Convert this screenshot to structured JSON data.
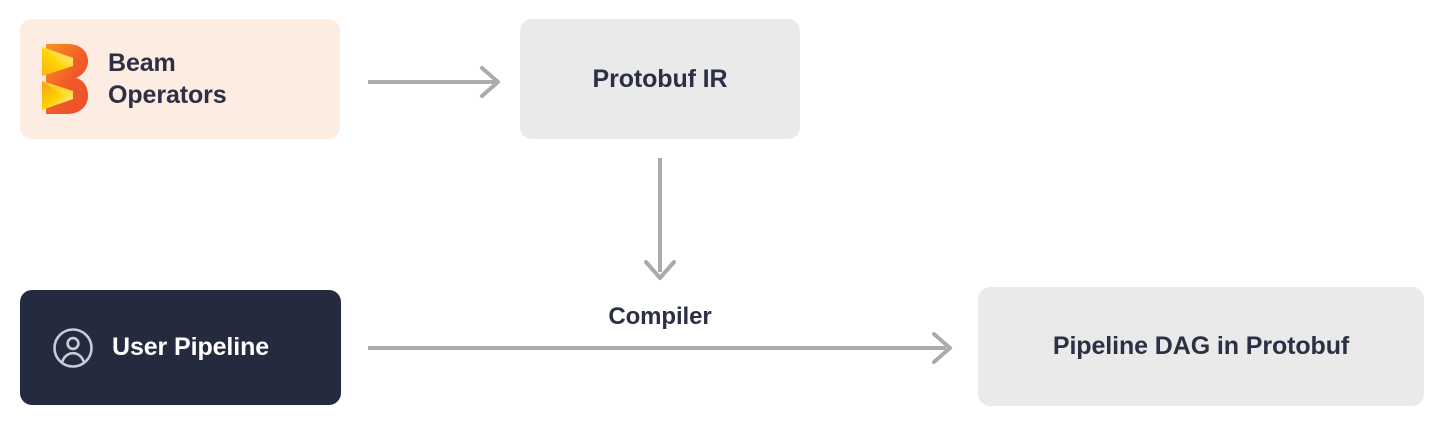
{
  "diagram": {
    "title": "Beam Operators to Pipeline DAG compilation flow",
    "background_color": "#ffffff",
    "nodes": {
      "beam_operators": {
        "label": "Beam\nOperators",
        "icon": "apache-beam-logo",
        "fill_color": "#fdece1",
        "text_color": "#2b3044"
      },
      "protobuf_ir": {
        "label": "Protobuf IR",
        "fill_color": "#eaeaea",
        "text_color": "#2b3044"
      },
      "user_pipeline": {
        "label": "User Pipeline",
        "icon": "user-circle-icon",
        "fill_color": "#242b3e",
        "text_color": "#ffffff"
      },
      "pipeline_dag": {
        "label": "Pipeline DAG in Protobuf",
        "fill_color": "#eaeaea",
        "text_color": "#2b3044"
      }
    },
    "edges": {
      "beam_to_ir": {
        "label": "",
        "direction": "right",
        "color": "#ababab"
      },
      "ir_to_compiler": {
        "label": "",
        "direction": "down",
        "color": "#ababab"
      },
      "pipeline_to_dag": {
        "label": "Compiler",
        "direction": "right",
        "color": "#ababab",
        "label_color": "#2b3044"
      }
    },
    "palette": {
      "arrow_gray": "#ababab",
      "box_gray": "#eaeaea",
      "peach": "#fdece1",
      "navy": "#242b3e",
      "beam_orange": "#f15a22",
      "beam_orange_mid": "#f68b1f",
      "beam_yellow": "#ffd100",
      "beam_yellow_light": "#fff06e"
    }
  }
}
